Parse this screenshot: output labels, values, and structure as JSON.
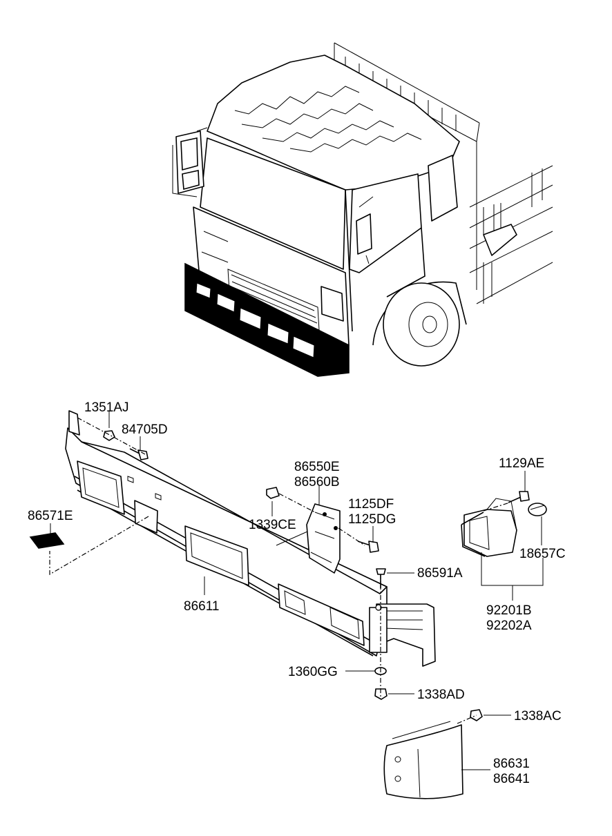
{
  "parts": {
    "p1351AJ": "1351AJ",
    "p84705D": "84705D",
    "p86550E": "86550E",
    "p86560B": "86560B",
    "p1129AE": "1129AE",
    "p86571E": "86571E",
    "p1125DF": "1125DF",
    "p1125DG": "1125DG",
    "p1339CE": "1339CE",
    "p18657C": "18657C",
    "p86591A": "86591A",
    "p86611": "86611",
    "p92201B": "92201B",
    "p92202A": "92202A",
    "p1360GG": "1360GG",
    "p1338AD": "1338AD",
    "p1338AC": "1338AC",
    "p86631": "86631",
    "p86641": "86641"
  }
}
